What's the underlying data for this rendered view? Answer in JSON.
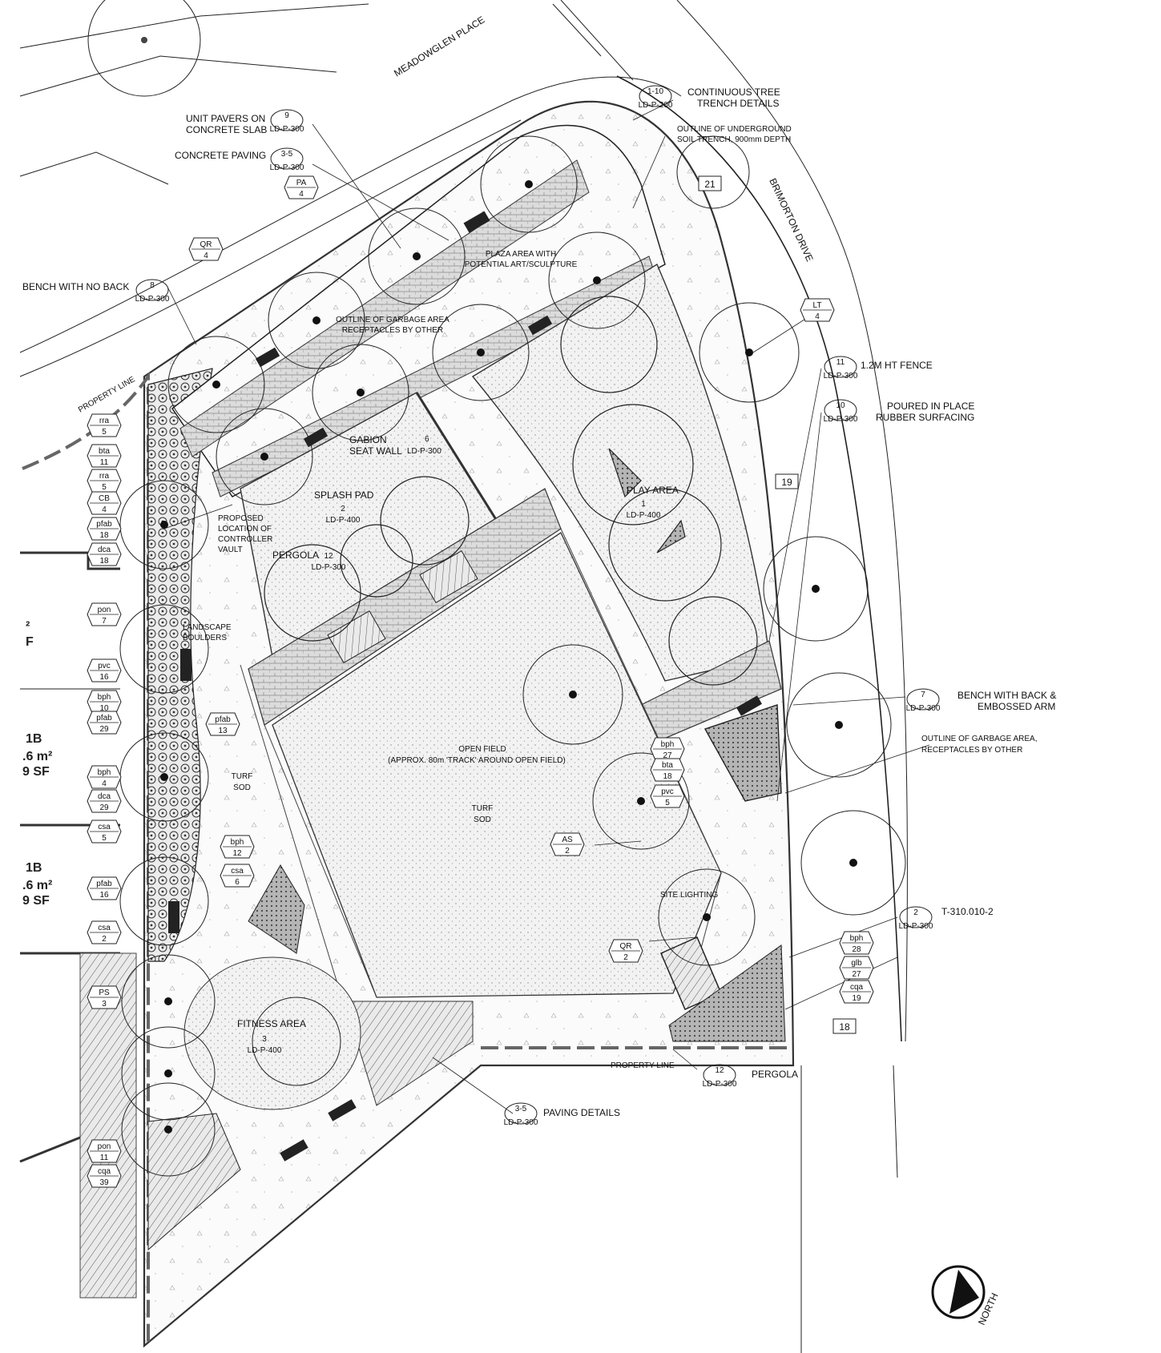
{
  "streets": {
    "north": "MEADOWGLEN PLACE",
    "east": "BRIMORTON DRIVE"
  },
  "callouts": [
    {
      "id": "unit-pavers",
      "label1": "UNIT PAVERS ON",
      "label2": "CONCRETE SLAB",
      "num": "9",
      "ref": "LD-P-300"
    },
    {
      "id": "concrete-paving",
      "label1": "CONCRETE PAVING",
      "label2": "",
      "num": "3-5",
      "ref": "LD-P-300"
    },
    {
      "id": "bench-no-back",
      "label1": "BENCH WITH NO BACK",
      "label2": "",
      "num": "8",
      "ref": "LD-P-300"
    },
    {
      "id": "tree-trench",
      "label1": "CONTINUOUS TREE",
      "label2": "TRENCH DETAILS",
      "num": "1-10",
      "ref": "LD-P-200"
    },
    {
      "id": "fence",
      "label1": "1.2M HT FENCE",
      "label2": "",
      "num": "11",
      "ref": "LD-P-300"
    },
    {
      "id": "rubber",
      "label1": "POURED IN PLACE",
      "label2": "RUBBER SURFACING",
      "num": "10",
      "ref": "LD-P-300"
    },
    {
      "id": "bench-back",
      "label1": "BENCH WITH BACK &",
      "label2": "EMBOSSED ARM",
      "num": "7",
      "ref": "LD-P-300"
    },
    {
      "id": "t310",
      "label1": "T-310.010-2",
      "label2": "",
      "num": "2",
      "ref": "LD-P-300"
    },
    {
      "id": "pergola-bottom",
      "label1": "PERGOLA",
      "label2": "",
      "num": "12",
      "ref": "LD-P-300"
    },
    {
      "id": "paving-details",
      "label1": "PAVING DETAILS",
      "label2": "",
      "num": "3-5",
      "ref": "LD-P-300"
    }
  ],
  "notes": {
    "soil_trench": [
      "OUTLINE OF UNDERGROUND",
      "SOIL TRENCH, 900mm DEPTH"
    ],
    "plaza": [
      "PLAZA AREA WITH",
      "POTENTIAL ART/SCULPTURE"
    ],
    "garbage_top": [
      "OUTLINE OF GARBAGE AREA",
      "RECEPTACLES BY OTHER"
    ],
    "garbage_right": [
      "OUTLINE OF GARBAGE AREA,",
      "RECEPTACLES BY OTHER"
    ],
    "property_line_left": "PROPERTY LINE",
    "property_line_bottom": "PROPERTY LINE",
    "gabion": [
      "GABION",
      "SEAT WALL"
    ],
    "gabion_ref": {
      "num": "6",
      "ref": "LD-P-300"
    },
    "splash": "SPLASH PAD",
    "splash_ref": {
      "num": "2",
      "ref": "LD-P-400"
    },
    "controller": [
      "PROPOSED",
      "LOCATION OF",
      "CONTROLLER",
      "VAULT"
    ],
    "pergola_mid": "PERGOLA",
    "pergola_mid_ref": {
      "num": "12",
      "ref": "LD-P-300"
    },
    "play": "PLAY AREA",
    "play_ref": {
      "num": "1",
      "ref": "LD-P-400"
    },
    "boulders": [
      "LANDSCAPE",
      "BOULDERS"
    ],
    "open_field": [
      "OPEN FIELD",
      "(APPROX. 80m 'TRACK' AROUND OPEN FIELD)"
    ],
    "turf_center": [
      "TURF",
      "SOD"
    ],
    "turf_left": [
      "TURF",
      "SOD"
    ],
    "site_lighting": "SITE LIGHTING",
    "fitness": "FITNESS AREA",
    "fitness_ref": {
      "num": "3",
      "ref": "LD-P-400"
    },
    "north": "NORTH"
  },
  "plant_tags": [
    {
      "code": "rra",
      "qty": "5"
    },
    {
      "code": "bta",
      "qty": "11"
    },
    {
      "code": "rra",
      "qty": "5"
    },
    {
      "code": "CB",
      "qty": "4"
    },
    {
      "code": "pfab",
      "qty": "18"
    },
    {
      "code": "dca",
      "qty": "18"
    },
    {
      "code": "pon",
      "qty": "7"
    },
    {
      "code": "pvc",
      "qty": "16"
    },
    {
      "code": "bph",
      "qty": "10"
    },
    {
      "code": "pfab",
      "qty": "29"
    },
    {
      "code": "bph",
      "qty": "4"
    },
    {
      "code": "dca",
      "qty": "29"
    },
    {
      "code": "csa",
      "qty": "5"
    },
    {
      "code": "pfab",
      "qty": "16"
    },
    {
      "code": "csa",
      "qty": "2"
    },
    {
      "code": "PS",
      "qty": "3"
    },
    {
      "code": "pon",
      "qty": "11"
    },
    {
      "code": "cqa",
      "qty": "39"
    },
    {
      "code": "pfab",
      "qty": "13"
    },
    {
      "code": "bph",
      "qty": "12"
    },
    {
      "code": "csa",
      "qty": "6"
    },
    {
      "code": "bph",
      "qty": "27"
    },
    {
      "code": "bta",
      "qty": "18"
    },
    {
      "code": "pvc",
      "qty": "5"
    },
    {
      "code": "bph",
      "qty": "28"
    },
    {
      "code": "glb",
      "qty": "27"
    },
    {
      "code": "cqa",
      "qty": "19"
    }
  ],
  "tree_tags": [
    {
      "code": "PA",
      "qty": "4"
    },
    {
      "code": "QR",
      "qty": "4"
    },
    {
      "code": "LT",
      "qty": "4"
    },
    {
      "code": "AS",
      "qty": "2"
    },
    {
      "code": "QR",
      "qty": "2"
    }
  ],
  "lot_numbers": [
    "21",
    "19",
    "18"
  ],
  "edge_text": {
    "a": [
      "1B",
      ".6 m²",
      "9 SF"
    ],
    "b": [
      "1B",
      ".6 m²",
      "9 SF"
    ],
    "c": [
      "²",
      "F"
    ]
  }
}
